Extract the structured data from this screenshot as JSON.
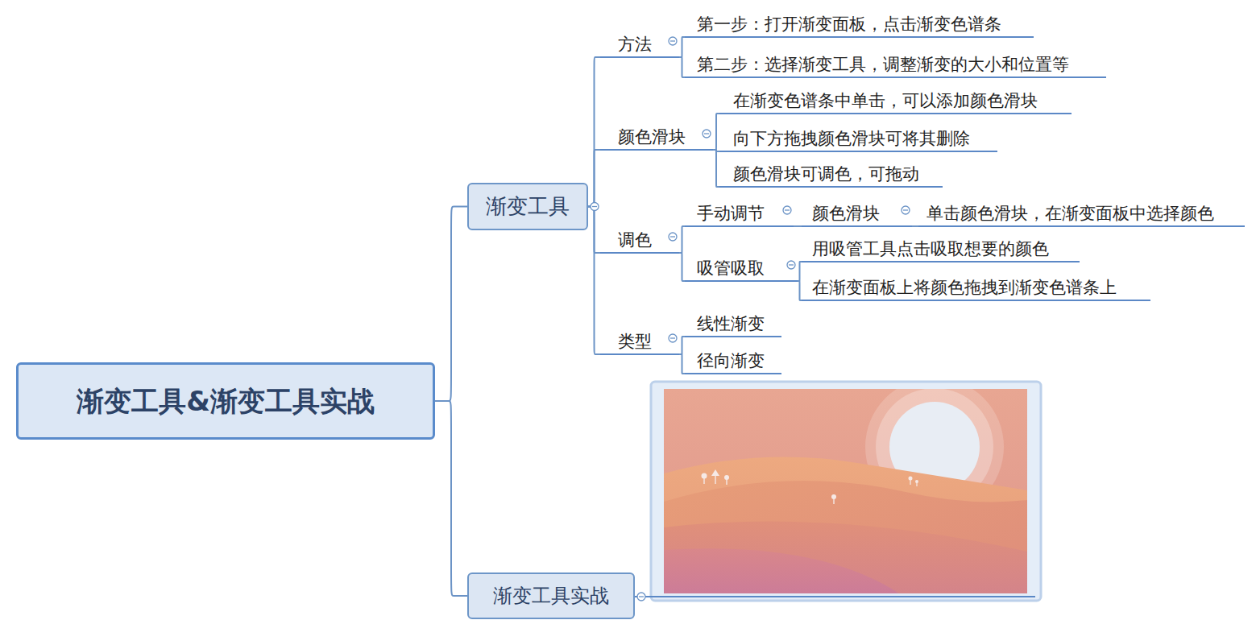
{
  "diagram": {
    "nodes": [
      {
        "text": [
          "渐变工具&渐变工具实战"
        ]
      },
      {
        "text": [
          "渐变工具"
        ]
      },
      {
        "text": [
          "方法"
        ]
      },
      {
        "text": [
          "第一步：打开渐变面板，点击渐变色谱条"
        ]
      },
      {
        "text": [
          "第二步：选择渐变工具，调整渐变的大小和位置等"
        ]
      },
      {
        "text": [
          "颜色滑块"
        ]
      },
      {
        "text": [
          "在渐变色谱条中单击，可以添加颜色滑块"
        ]
      },
      {
        "text": [
          "向下方拖拽颜色滑块可将其删除"
        ]
      },
      {
        "text": [
          "颜色滑块可调色，可拖动"
        ]
      },
      {
        "text": [
          "调色"
        ]
      },
      {
        "text": [
          "手动调节"
        ]
      },
      {
        "text": [
          "颜色滑块"
        ]
      },
      {
        "text": [
          "单击颜色滑块，在渐变面板中选择颜色"
        ]
      },
      {
        "text": [
          "吸管吸取"
        ]
      },
      {
        "text": [
          "用吸管工具点击吸取想要的颜色"
        ]
      },
      {
        "text": [
          "在渐变面板上将颜色拖拽到渐变色谱条上"
        ]
      },
      {
        "text": [
          "类型"
        ]
      },
      {
        "text": [
          "线性渐变"
        ]
      },
      {
        "text": [
          "径向渐变"
        ]
      },
      {
        "text": [
          "渐变工具实战"
        ]
      }
    ],
    "edges": [
      {
        "from": 0,
        "to": 1,
        "arrow": "none"
      },
      {
        "from": 1,
        "to": 2,
        "arrow": "none"
      },
      {
        "from": 2,
        "to": 3,
        "arrow": "none"
      },
      {
        "from": 2,
        "to": 4,
        "arrow": "none"
      },
      {
        "from": 1,
        "to": 5,
        "arrow": "none"
      },
      {
        "from": 5,
        "to": 6,
        "arrow": "none"
      },
      {
        "from": 5,
        "to": 7,
        "arrow": "none"
      },
      {
        "from": 5,
        "to": 8,
        "arrow": "none"
      },
      {
        "from": 1,
        "to": 9,
        "arrow": "none"
      },
      {
        "from": 9,
        "to": 10,
        "arrow": "none"
      },
      {
        "from": 10,
        "to": 11,
        "arrow": "none"
      },
      {
        "from": 11,
        "to": 12,
        "arrow": "none"
      },
      {
        "from": 9,
        "to": 13,
        "arrow": "none"
      },
      {
        "from": 13,
        "to": 14,
        "arrow": "none"
      },
      {
        "from": 13,
        "to": 15,
        "arrow": "none"
      },
      {
        "from": 1,
        "to": 16,
        "arrow": "none"
      },
      {
        "from": 16,
        "to": 17,
        "arrow": "none"
      },
      {
        "from": 16,
        "to": 18,
        "arrow": "none"
      },
      {
        "from": 0,
        "to": 19,
        "arrow": "none"
      }
    ]
  }
}
